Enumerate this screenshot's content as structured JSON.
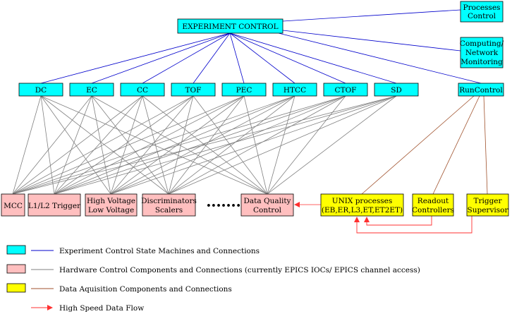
{
  "colors": {
    "cyan": "#00ffff",
    "pink": "#ffbfbf",
    "yellow": "#ffff00",
    "blue_line": "#0000cc",
    "gray_line": "#808080",
    "brown_line": "#a0522d",
    "red_arrow": "#ff3030"
  },
  "nodes": {
    "experiment_control": "EXPERIMENT CONTROL",
    "processes_control": [
      "Processes",
      "Control"
    ],
    "computing_monitoring": [
      "Computing/",
      "Network",
      "Monitoring"
    ],
    "dc": "DC",
    "ec": "EC",
    "cc": "CC",
    "tof": "TOF",
    "pec": "PEC",
    "htcc": "HTCC",
    "ctof": "CTOF",
    "sd": "SD",
    "runcontrol": "RunControl",
    "mcc": "MCC",
    "trigger": "L1/L2 Trigger",
    "voltage": [
      "High Voltage",
      "Low Voltage"
    ],
    "discriminators": [
      "Discriminators",
      "Scalers"
    ],
    "ellipsis": "•••••••",
    "data_quality": [
      "Data Quality",
      "Control"
    ],
    "unix": [
      "UNIX processes",
      "(EB,ER,L3,ET,ET2ET)"
    ],
    "readout": [
      "Readout",
      "Controllers"
    ],
    "trigger_supervisor": [
      "Trigger",
      "Supervisor"
    ]
  },
  "legend": {
    "blue": "Experiment Control State Machines and Connections",
    "gray": "Hardware Control Components and Connections (currently EPICS IOCs/ EPICS channel access)",
    "brown": "Data Aquisition Components and Connections",
    "red": "High Speed Data Flow"
  }
}
